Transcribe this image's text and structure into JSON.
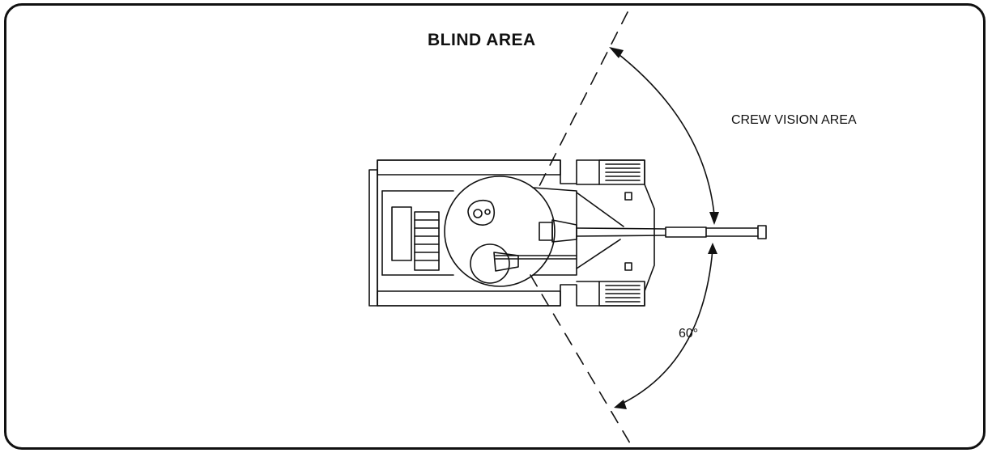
{
  "diagram": {
    "labels": {
      "blind_area": "BLIND AREA",
      "crew_vision_area": "CREW VISION AREA",
      "angle": "60°"
    },
    "colors": {
      "line": "#111111",
      "background": "#ffffff"
    },
    "icons": {
      "vehicle": "tank-top-view-icon",
      "arrowheads": "arrowhead-icon"
    }
  }
}
